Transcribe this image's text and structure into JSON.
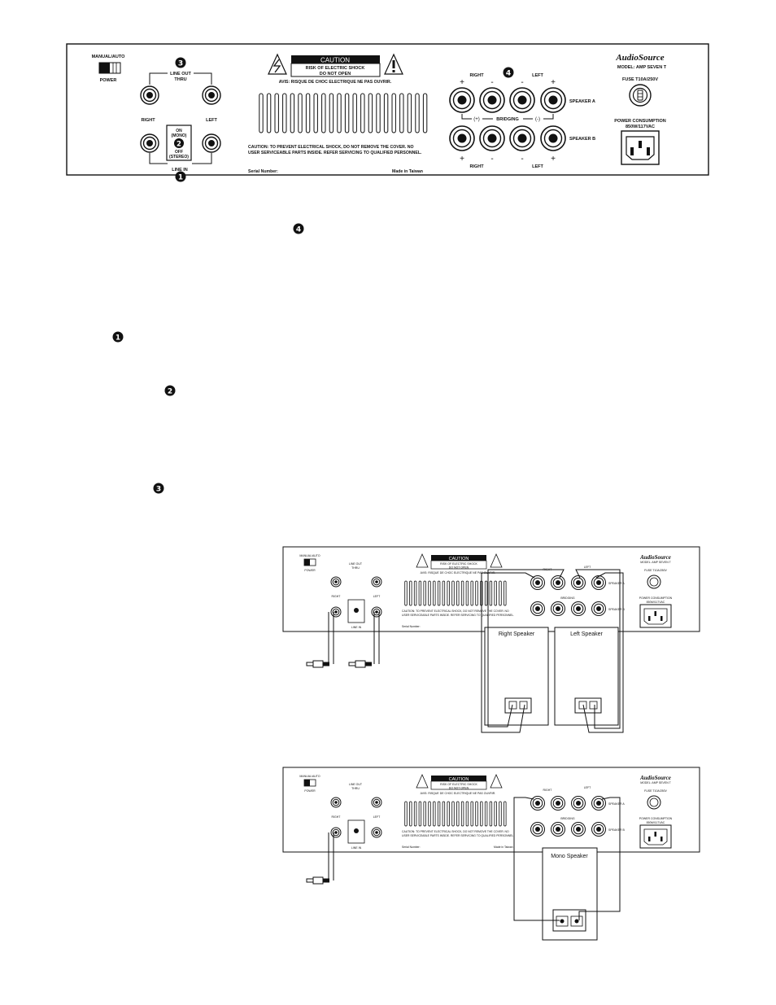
{
  "panel": {
    "switch_label_top": "MANUAL/AUTO",
    "switch_label_bottom": "POWER",
    "line_out_label_1": "LINE OUT",
    "line_out_label_2": "THRU",
    "right_label": "RIGHT",
    "left_label": "LEFT",
    "mono_on": "ON",
    "mono_mono": "(MONO)",
    "mono_off": "OFF",
    "mono_stereo": "(STEREO)",
    "line_in_label": "LINE IN",
    "caution_title": "CAUTION",
    "caution_line1": "RISK OF ELECTRIC SHOCK",
    "caution_line2": "DO NOT OPEN",
    "caution_french": "AVIS: RISQUE DE CHOC ELECTRIQUE NE PAS OUVRIR.",
    "warning_line1": "CAUTION: TO PREVENT ELECTRICAL SHOCK, DO NOT REMOVE THE COVER. NO",
    "warning_line2": "USER SERVICEABLE PARTS INSIDE. REFER SERVICING TO QUALIFIED PERSONNEL.",
    "serial_label": "Serial Number:",
    "made_in": "Made in Taiwan",
    "speaker_right": "RIGHT",
    "speaker_left": "LEFT",
    "bridging": "BRIDGING",
    "bridging_plus": "(+)",
    "bridging_minus": "(-)",
    "speaker_a": "SPEAKER A",
    "speaker_b": "SPEAKER B",
    "plus": "+",
    "minus": "-",
    "brand": "AudioSource",
    "model": "MODEL: AMP SEVEN T",
    "fuse": "FUSE T10A/250V",
    "power_consumption": "POWER CONSUMPTION",
    "power_rating": "850W/117VAC"
  },
  "badges": {
    "one": "1",
    "two": "2",
    "three": "3",
    "four": "4"
  },
  "stereo_diagram": {
    "right_speaker": "Right Speaker",
    "left_speaker": "Left Speaker"
  },
  "mono_diagram": {
    "mono_speaker": "Mono Speaker"
  }
}
